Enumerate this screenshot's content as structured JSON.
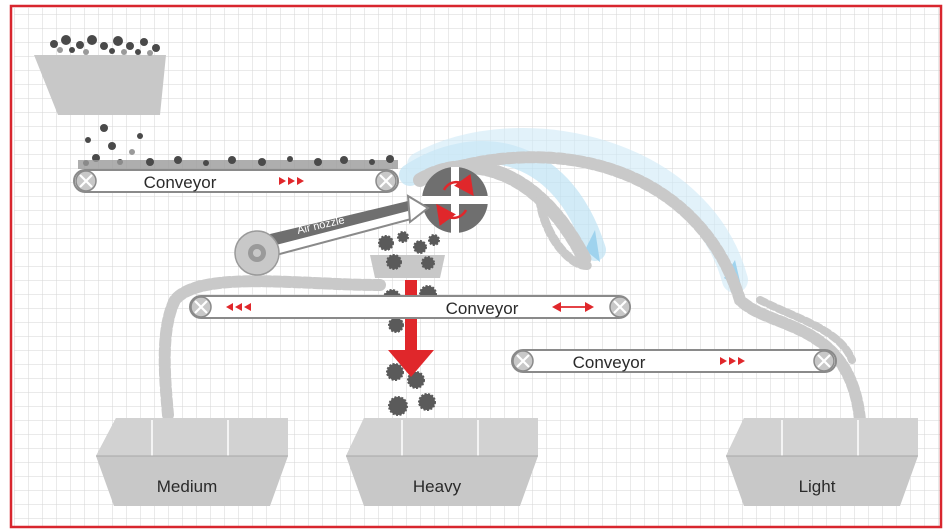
{
  "conveyors": [
    {
      "label": "Conveyor",
      "direction": "right"
    },
    {
      "label": "Conveyor",
      "direction": "bidirectional"
    },
    {
      "label": "Conveyor",
      "direction": "right"
    }
  ],
  "air_nozzle_label": "Air nozzle",
  "bins": [
    {
      "label": "Medium"
    },
    {
      "label": "Heavy"
    },
    {
      "label": "Light"
    }
  ],
  "colors": {
    "frame": "#d8262e",
    "grid": "#d6d6d6",
    "belt_fill": "#ffffff",
    "belt_stroke": "#8a8a8a",
    "machine_gray": "#c8c8c8",
    "dark_gray": "#6f6f6f",
    "arrow_red": "#e0272b",
    "air_blue": "#9fd3ee",
    "particle_gray": "#b8b8b8"
  }
}
